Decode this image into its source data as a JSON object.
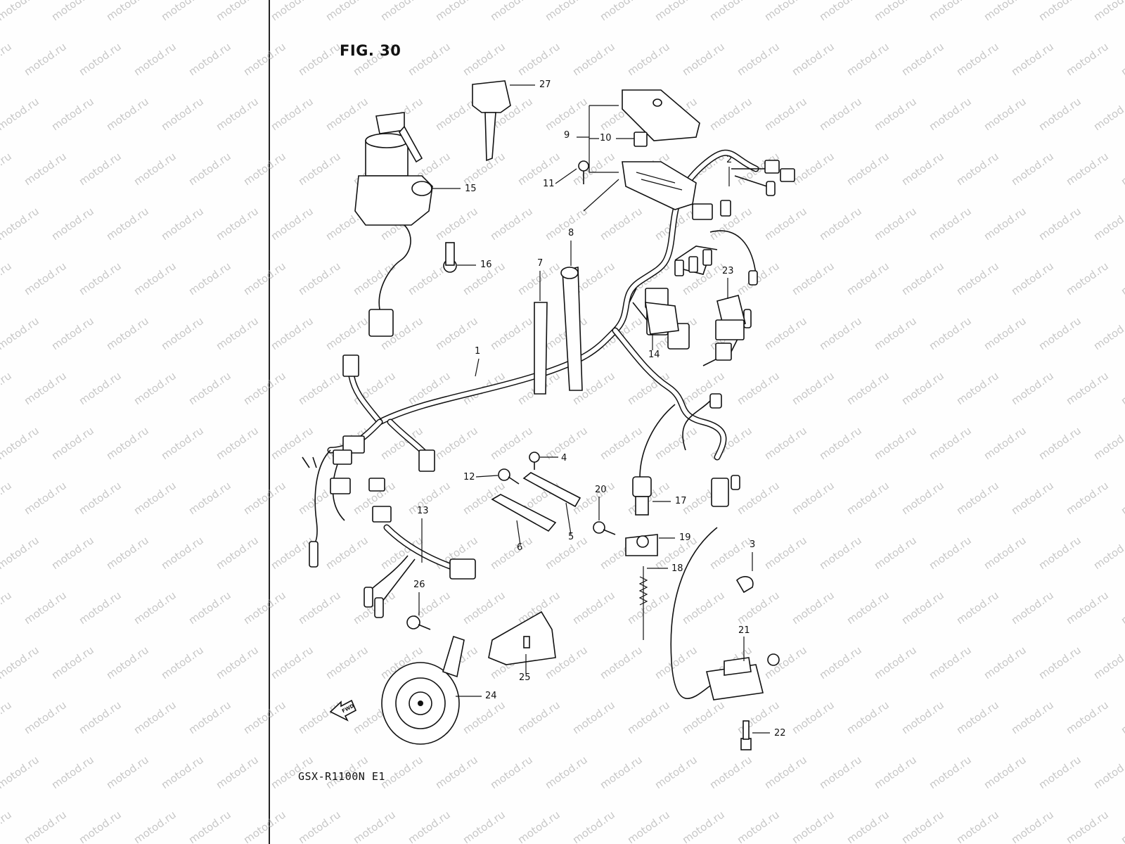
{
  "figure": {
    "title": "FIG. 30",
    "model": "GSX-R1100N E1",
    "direction_label": "FWD",
    "watermark": "motod.ru"
  },
  "callouts": [
    "1",
    "2",
    "3",
    "4",
    "5",
    "6",
    "7",
    "8",
    "9",
    "10",
    "11",
    "12",
    "13",
    "14",
    "15",
    "16",
    "17",
    "18",
    "19",
    "20",
    "21",
    "22",
    "23",
    "24",
    "25",
    "26",
    "27"
  ],
  "colors": {
    "line": "#111111",
    "watermark": "#9a9a9a",
    "paper": "#fefefe"
  }
}
